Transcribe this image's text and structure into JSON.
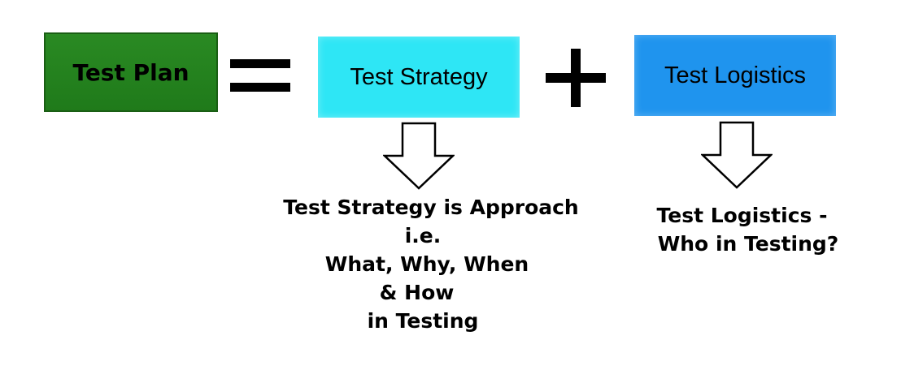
{
  "equation": {
    "plan": {
      "label": "Test Plan",
      "color": "#2a8a23"
    },
    "equals_icon": "equals-icon",
    "strategy": {
      "label": "Test Strategy",
      "color": "#2ee6f5"
    },
    "plus_icon": "plus-icon",
    "logistics": {
      "label": "Test Logistics",
      "color": "#1f94ee"
    }
  },
  "arrows": {
    "strategy_arrow_icon": "hollow-down-arrow-icon",
    "logistics_arrow_icon": "hollow-down-arrow-icon"
  },
  "strategy_note": {
    "lines": [
      "Test Strategy is Approach",
      "i.e.",
      "What, Why, When",
      "& How",
      "in Testing"
    ]
  },
  "logistics_note": {
    "lines": [
      "Test Logistics -",
      "Who in Testing?"
    ]
  }
}
